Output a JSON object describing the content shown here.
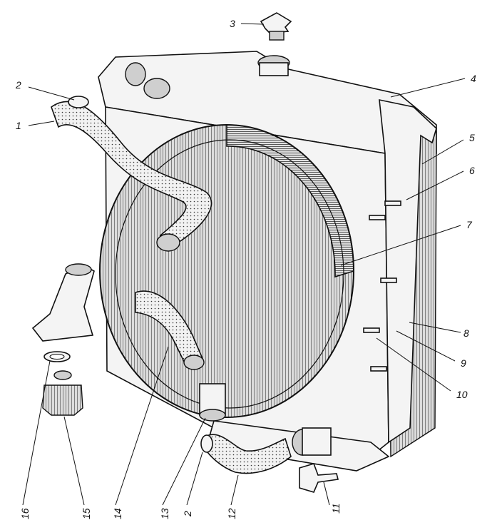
{
  "figure": {
    "callouts": [
      {
        "id": "c1",
        "text": "1"
      },
      {
        "id": "c2a",
        "text": "2"
      },
      {
        "id": "c3",
        "text": "3"
      },
      {
        "id": "c4",
        "text": "4"
      },
      {
        "id": "c5",
        "text": "5"
      },
      {
        "id": "c6",
        "text": "6"
      },
      {
        "id": "c7",
        "text": "7"
      },
      {
        "id": "c8",
        "text": "8"
      },
      {
        "id": "c9",
        "text": "9"
      },
      {
        "id": "c10",
        "text": "10"
      },
      {
        "id": "c11",
        "text": "11"
      },
      {
        "id": "c12",
        "text": "12"
      },
      {
        "id": "c2b",
        "text": "2"
      },
      {
        "id": "c13",
        "text": "13"
      },
      {
        "id": "c14",
        "text": "14"
      },
      {
        "id": "c15",
        "text": "15"
      },
      {
        "id": "c16",
        "text": "16"
      }
    ]
  }
}
